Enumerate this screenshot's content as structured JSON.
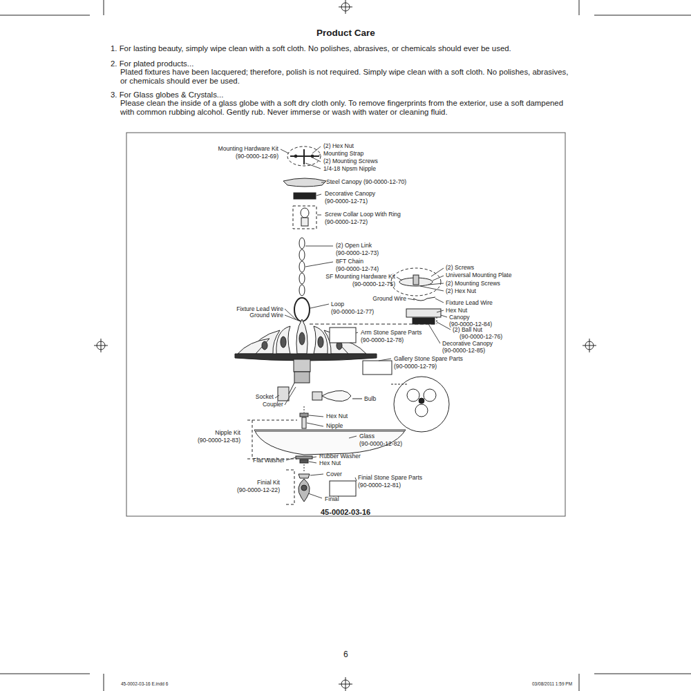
{
  "diagram": {
    "title": "Product Care",
    "labels": [
      "1. For lasting beauty, simply wipe clean with a soft cloth. No polishes, abrasives, or chemicals should ever be used.",
      "2. For plated products...",
      "Plated fixtures have been lacquered; therefore, polish is not required. Simply wipe clean with a soft cloth. No polishes, abrasives, or chemicals should ever be used.",
      "3. For Glass globes & Crystals...",
      "Please clean the inside of a glass globe with a soft dry cloth only. To remove fingerprints from the exterior, use a soft dampened with common rubbing alcohol. Gently rub. Never immerse or wash with water or cleaning fluid.",
      "Mounting Hardware Kit",
      "(90-0000-12-69)",
      "(2) Hex Nut",
      "Mounting Strap",
      "(2) Mounting Screws",
      "1/4-18 Npsm Nipple",
      "Steel Canopy (90-0000-12-70)",
      "Decorative Canopy",
      "(90-0000-12-71)",
      "Screw Collar Loop With Ring",
      "(90-0000-12-72)",
      "(2) Open Link",
      "(90-0000-12-73)",
      "8FT Chain",
      "(90-0000-12-74)",
      "SF Mounting Hardware Kit",
      "(90-0000-12-75)",
      "(2) Screws",
      "Universal Mounting Plate",
      "(2) Mounting Screws",
      "(2) Hex Nut",
      "Ground Wire",
      "Fixture Lead Wire",
      "Hex Nut",
      "Canopy",
      "(90-0000-12-84)",
      "(2) Ball Nut",
      "(90-0000-12-76)",
      "Decorative Canopy",
      "(90-0000-12-85)",
      "Loop",
      "(90-0000-12-77)",
      "Fixture Lead Wire",
      "Ground Wire",
      "Arm Stone Spare Parts",
      "(90-0000-12-78)",
      "Gallery Stone Spare Parts",
      "(90-0000-12-79)",
      "Socket",
      "Coupler",
      "Bulb",
      "Hex Nut",
      "Nipple",
      "Nipple Kit",
      "(90-0000-12-83)",
      "Glass",
      "(90-0000-12-82)",
      "Flat Washer",
      "Rubber Washer",
      "Hex Nut",
      "Cover",
      "Finial Kit",
      "(90-0000-12-22)",
      "Finial Stone Spare Parts",
      "(90-0000-12-81)",
      "Finial",
      "45-0002-03-16",
      "6",
      "45-0002-03-16 E.indd 6",
      "03/08/2011 1:59 PM"
    ]
  }
}
